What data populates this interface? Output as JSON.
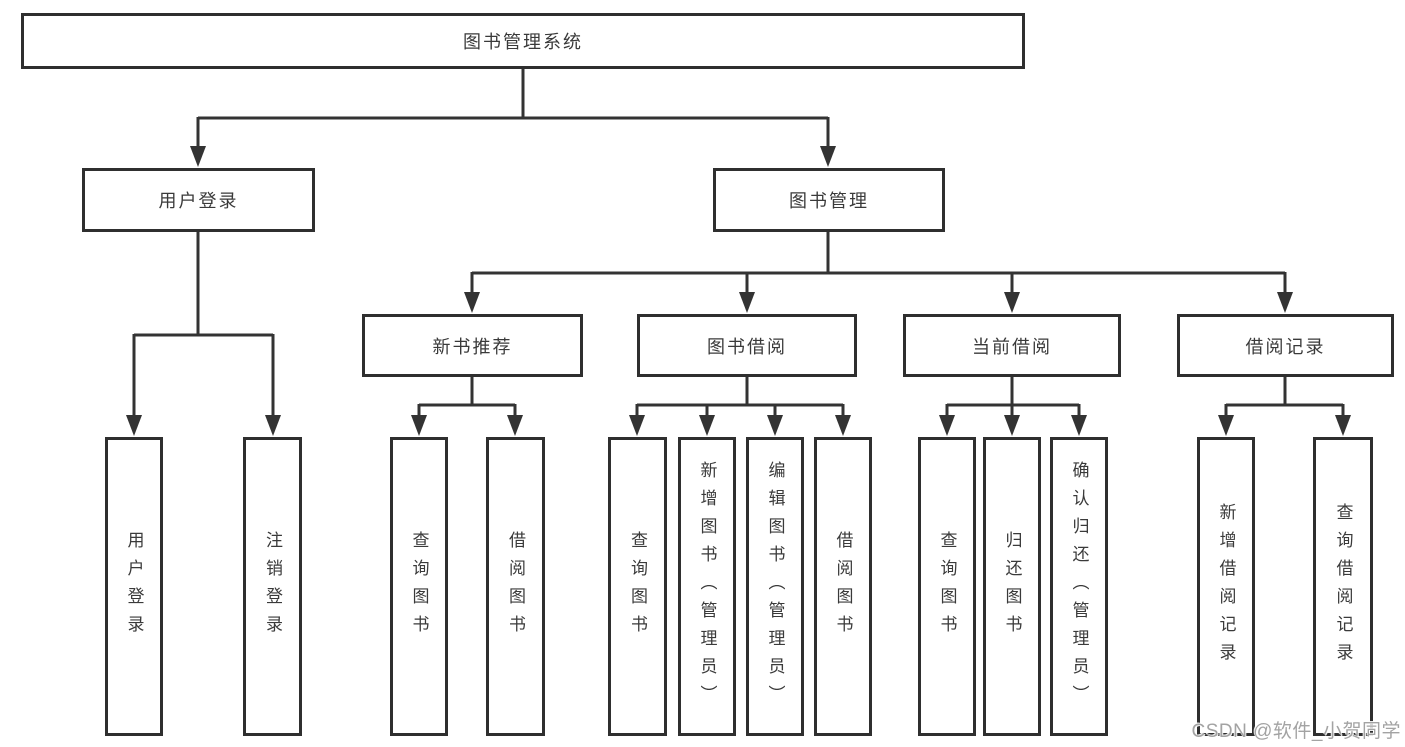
{
  "diagram_title": "图书管理系统",
  "nodes": {
    "root": "图书管理系统",
    "user_login": "用户登录",
    "book_mgmt": "图书管理",
    "new_book_rec": "新书推荐",
    "book_borrow": "图书借阅",
    "current_borrow": "当前借阅",
    "borrow_records": "借阅记录",
    "leaf_user_login": "用户登录",
    "leaf_logout": "注销登录",
    "leaf_nbr_query": "查询图书",
    "leaf_nbr_borrow": "借阅图书",
    "leaf_bb_query": "查询图书",
    "leaf_bb_add": "新增图书（管理员）",
    "leaf_bb_edit": "编辑图书（管理员）",
    "leaf_bb_borrow": "借阅图书",
    "leaf_cb_query": "查询图书",
    "leaf_cb_return": "归还图书",
    "leaf_cb_confirm": "确认归还（管理员）",
    "leaf_br_add": "新增借阅记录",
    "leaf_br_query": "查询借阅记录"
  },
  "hierarchy": {
    "图书管理系统": {
      "用户登录": [
        "用户登录",
        "注销登录"
      ],
      "图书管理": {
        "新书推荐": [
          "查询图书",
          "借阅图书"
        ],
        "图书借阅": [
          "查询图书",
          "新增图书（管理员）",
          "编辑图书（管理员）",
          "借阅图书"
        ],
        "当前借阅": [
          "查询图书",
          "归还图书",
          "确认归还（管理员）"
        ],
        "借阅记录": [
          "新增借阅记录",
          "查询借阅记录"
        ]
      }
    }
  },
  "watermark": {
    "text": "CSDN @软件_小贺同学"
  },
  "colors": {
    "line": "#333333",
    "box_border": "#2f2f2f",
    "text": "#3a3a3a",
    "watermark": "#a3a3a3",
    "background": "#ffffff"
  }
}
